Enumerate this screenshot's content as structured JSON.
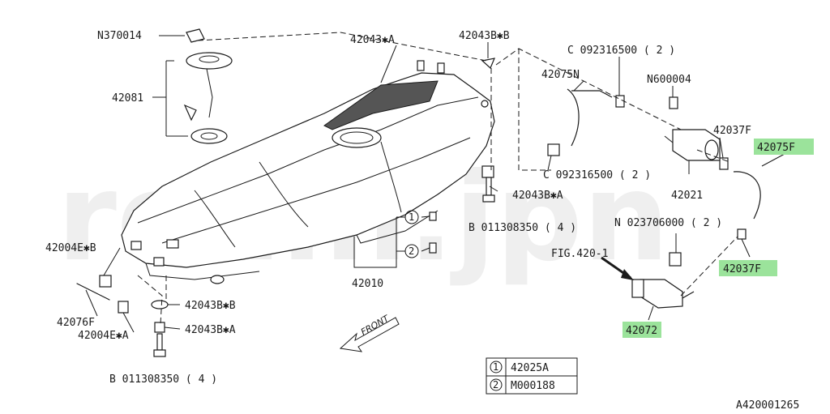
{
  "watermark": "ream.jpn",
  "diagram_id": "A420001265",
  "front_label": "FRONT",
  "fig_ref": "FIG.420-1",
  "labels": {
    "n370014": "N370014",
    "p42081": "42081",
    "p42043a": "42043✱A",
    "p42043b_top": "42043B✱B",
    "p42075n": "42075N",
    "c092316500_top": "C 092316500 ( 2 )",
    "n600004": "N600004",
    "p42037f_top": "42037F",
    "p42075f": "42075F",
    "c092316500_mid": "C 092316500 ( 2 )",
    "p42021": "42021",
    "p42043b_a_right": "42043B✱A",
    "b011308350_right": "B 011308350 ( 4 )",
    "n023706000": "N 023706000 ( 2 )",
    "p42037f_bot": "42037F",
    "p42004e_b": "42004E✱B",
    "p42010": "42010",
    "p42076f": "42076F",
    "p42004e_a": "42004E✱A",
    "p42043b_b_low": "42043B✱B",
    "p42043b_a_low": "42043B✱A",
    "b011308350_low": "B 011308350 ( 4 )",
    "p42072": "42072",
    "callout1": "1",
    "callout2": "2"
  },
  "legend": [
    {
      "num": "1",
      "part": "42025A"
    },
    {
      "num": "2",
      "part": "M000188"
    }
  ],
  "highlight_color": "#9be39b"
}
